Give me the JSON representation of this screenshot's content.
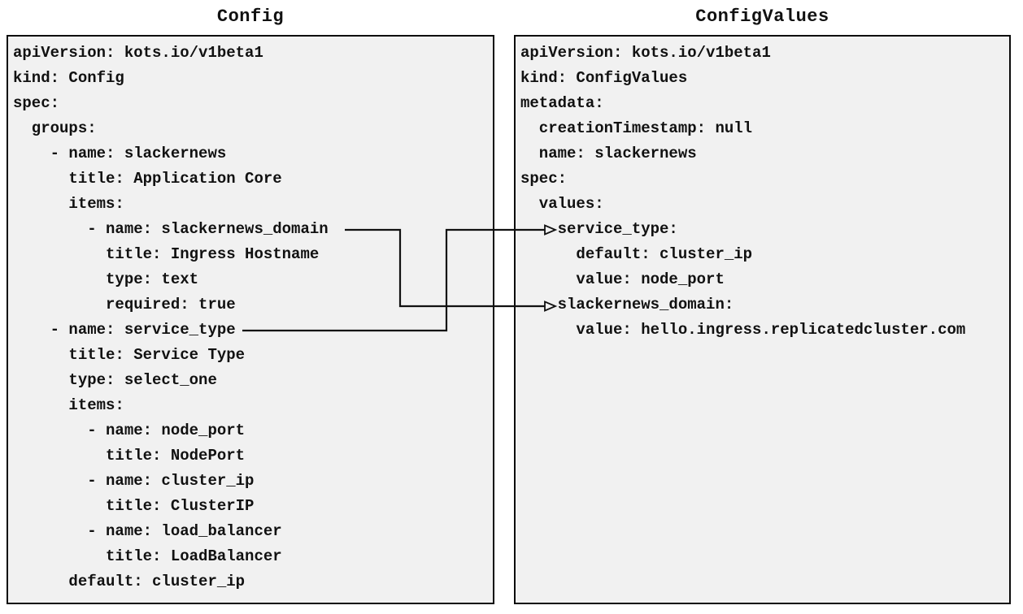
{
  "colors": {
    "page_background": "#ffffff",
    "box_fill": "#f1f1f1",
    "box_border": "#0b0b0b",
    "text": "#111111",
    "arrow": "#111111"
  },
  "config": {
    "title": "Config",
    "lines": [
      "apiVersion: kots.io/v1beta1",
      "kind: Config",
      "spec:",
      "  groups:",
      "    - name: slackernews",
      "      title: Application Core",
      "      items:",
      "        - name: slackernews_domain",
      "          title: Ingress Hostname",
      "          type: text",
      "          required: true",
      "    - name: service_type",
      "      title: Service Type",
      "      type: select_one",
      "      items:",
      "        - name: node_port",
      "          title: NodePort",
      "        - name: cluster_ip",
      "          title: ClusterIP",
      "        - name: load_balancer",
      "          title: LoadBalancer",
      "      default: cluster_ip"
    ]
  },
  "configvalues": {
    "title": "ConfigValues",
    "lines": [
      "apiVersion: kots.io/v1beta1",
      "kind: ConfigValues",
      "metadata:",
      "  creationTimestamp: null",
      "  name: slackernews",
      "spec:",
      "  values:",
      "    service_type:",
      "      default: cluster_ip",
      "      value: node_port",
      "    slackernews_domain:",
      "      value: hello.ingress.replicatedcluster.com"
    ]
  },
  "connections": [
    {
      "from": "Config item name: slackernews_domain",
      "to": "ConfigValues value key: slackernews_domain"
    },
    {
      "from": "Config group item name: service_type",
      "to": "ConfigValues value key: service_type"
    }
  ]
}
